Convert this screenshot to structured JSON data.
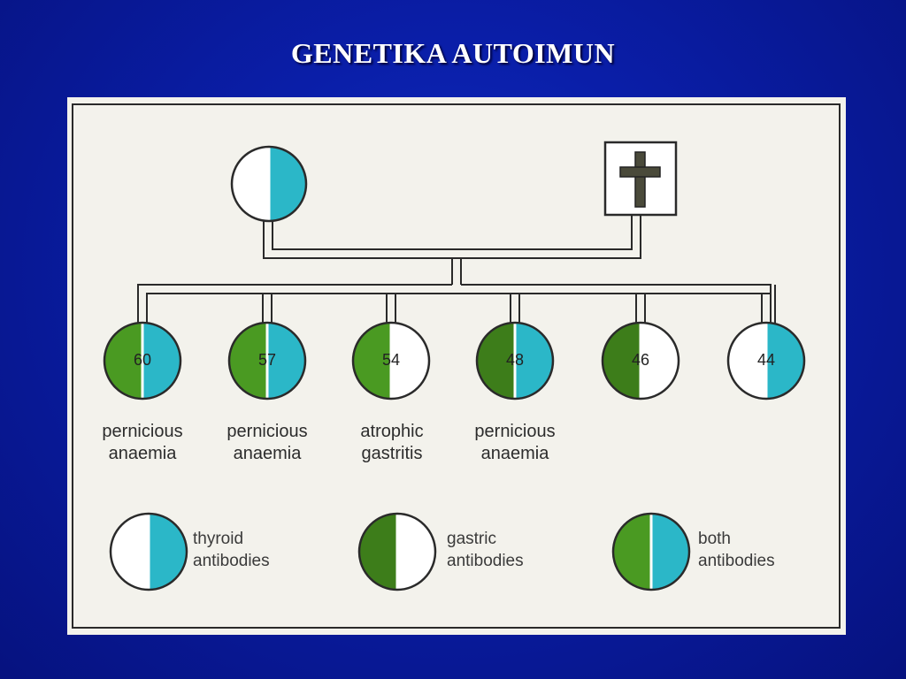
{
  "slide": {
    "title": "GENETIKA AUTOIMUN"
  },
  "colors": {
    "background": "#0a1ea8",
    "panel": "#f3f2ec",
    "green": "#4a9a22",
    "dark_green": "#3d7d1a",
    "cyan": "#2bb7c8",
    "white": "#ffffff",
    "line": "#2a2a2a"
  },
  "parents": {
    "mother": {
      "left": "white",
      "right": "cyan"
    },
    "father": {
      "symbol": "cross",
      "status": "deceased"
    }
  },
  "children": [
    {
      "number": "60",
      "left": "green",
      "right": "cyan",
      "diagnosis_line1": "pernicious",
      "diagnosis_line2": "anaemia"
    },
    {
      "number": "57",
      "left": "green",
      "right": "cyan",
      "diagnosis_line1": "pernicious",
      "diagnosis_line2": "anaemia"
    },
    {
      "number": "54",
      "left": "green",
      "right": "white",
      "diagnosis_line1": "atrophic",
      "diagnosis_line2": "gastritis"
    },
    {
      "number": "48",
      "left": "dark_green",
      "right": "cyan",
      "diagnosis_line1": "pernicious",
      "diagnosis_line2": "anaemia"
    },
    {
      "number": "46",
      "left": "dark_green",
      "right": "white",
      "diagnosis_line1": "",
      "diagnosis_line2": ""
    },
    {
      "number": "44",
      "left": "white",
      "right": "cyan",
      "diagnosis_line1": "",
      "diagnosis_line2": ""
    }
  ],
  "legend": [
    {
      "left": "white",
      "right": "cyan",
      "line1": "thyroid",
      "line2": "antibodies"
    },
    {
      "left": "dark_green",
      "right": "white",
      "line1": "gastric",
      "line2": "antibodies"
    },
    {
      "left": "green",
      "right": "cyan",
      "line1": "both",
      "line2": "antibodies"
    }
  ]
}
